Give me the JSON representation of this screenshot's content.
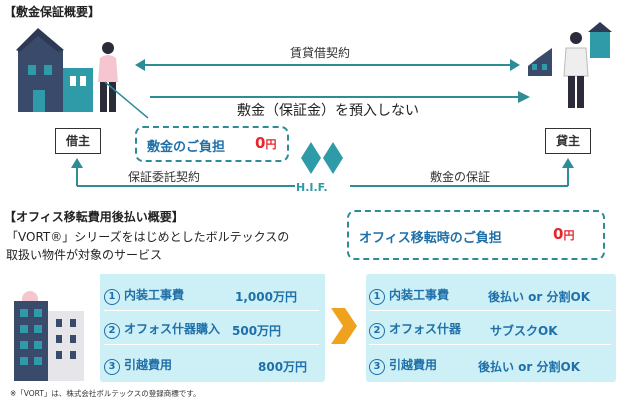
{
  "title1": "【敷金保証概要】",
  "lease_contract": "賃貸借契約",
  "no_deposit": "敷金（保証金）を預入しない",
  "borrower": "借主",
  "lender": "貸主",
  "burden_left": {
    "label": "敷金のご負担",
    "value": "0",
    "unit": "円"
  },
  "guarantee_contract": "保証委託契約",
  "hif": "H.I.F.",
  "deposit_guarantee": "敷金の保証",
  "title2": "【オフィス移転費用後払い概要】",
  "desc_line1": "「VORT®」シリーズをはじめとしたボルテックスの",
  "desc_line2": "取扱い物件が対象のサービス",
  "burden_right": {
    "label": "オフィス移転時のご負担",
    "value": "0",
    "unit": "円"
  },
  "left_items": [
    {
      "num": "1",
      "label": "内装工事費",
      "amount": "1,000万円"
    },
    {
      "num": "2",
      "label": "オフォス什器購入",
      "amount": "500万円"
    },
    {
      "num": "3",
      "label": "引越費用",
      "amount": "800万円"
    }
  ],
  "right_items": [
    {
      "num": "1",
      "label": "内装工事費",
      "detail": "後払い or 分割OK"
    },
    {
      "num": "2",
      "label": "オフォス什器",
      "detail": "サブスクOK"
    },
    {
      "num": "3",
      "label": "引越費用",
      "detail": "後払い or 分割OK"
    }
  ],
  "footnote": "※「VORT」は、株式会社ボルテックスの登録商標です。",
  "colors": {
    "teal": "#2e8c97",
    "blue_text": "#1f6fa8",
    "red": "#e8242d",
    "cyan_fill": "#cdeff6",
    "orange_arrow": "#f0a21e"
  }
}
